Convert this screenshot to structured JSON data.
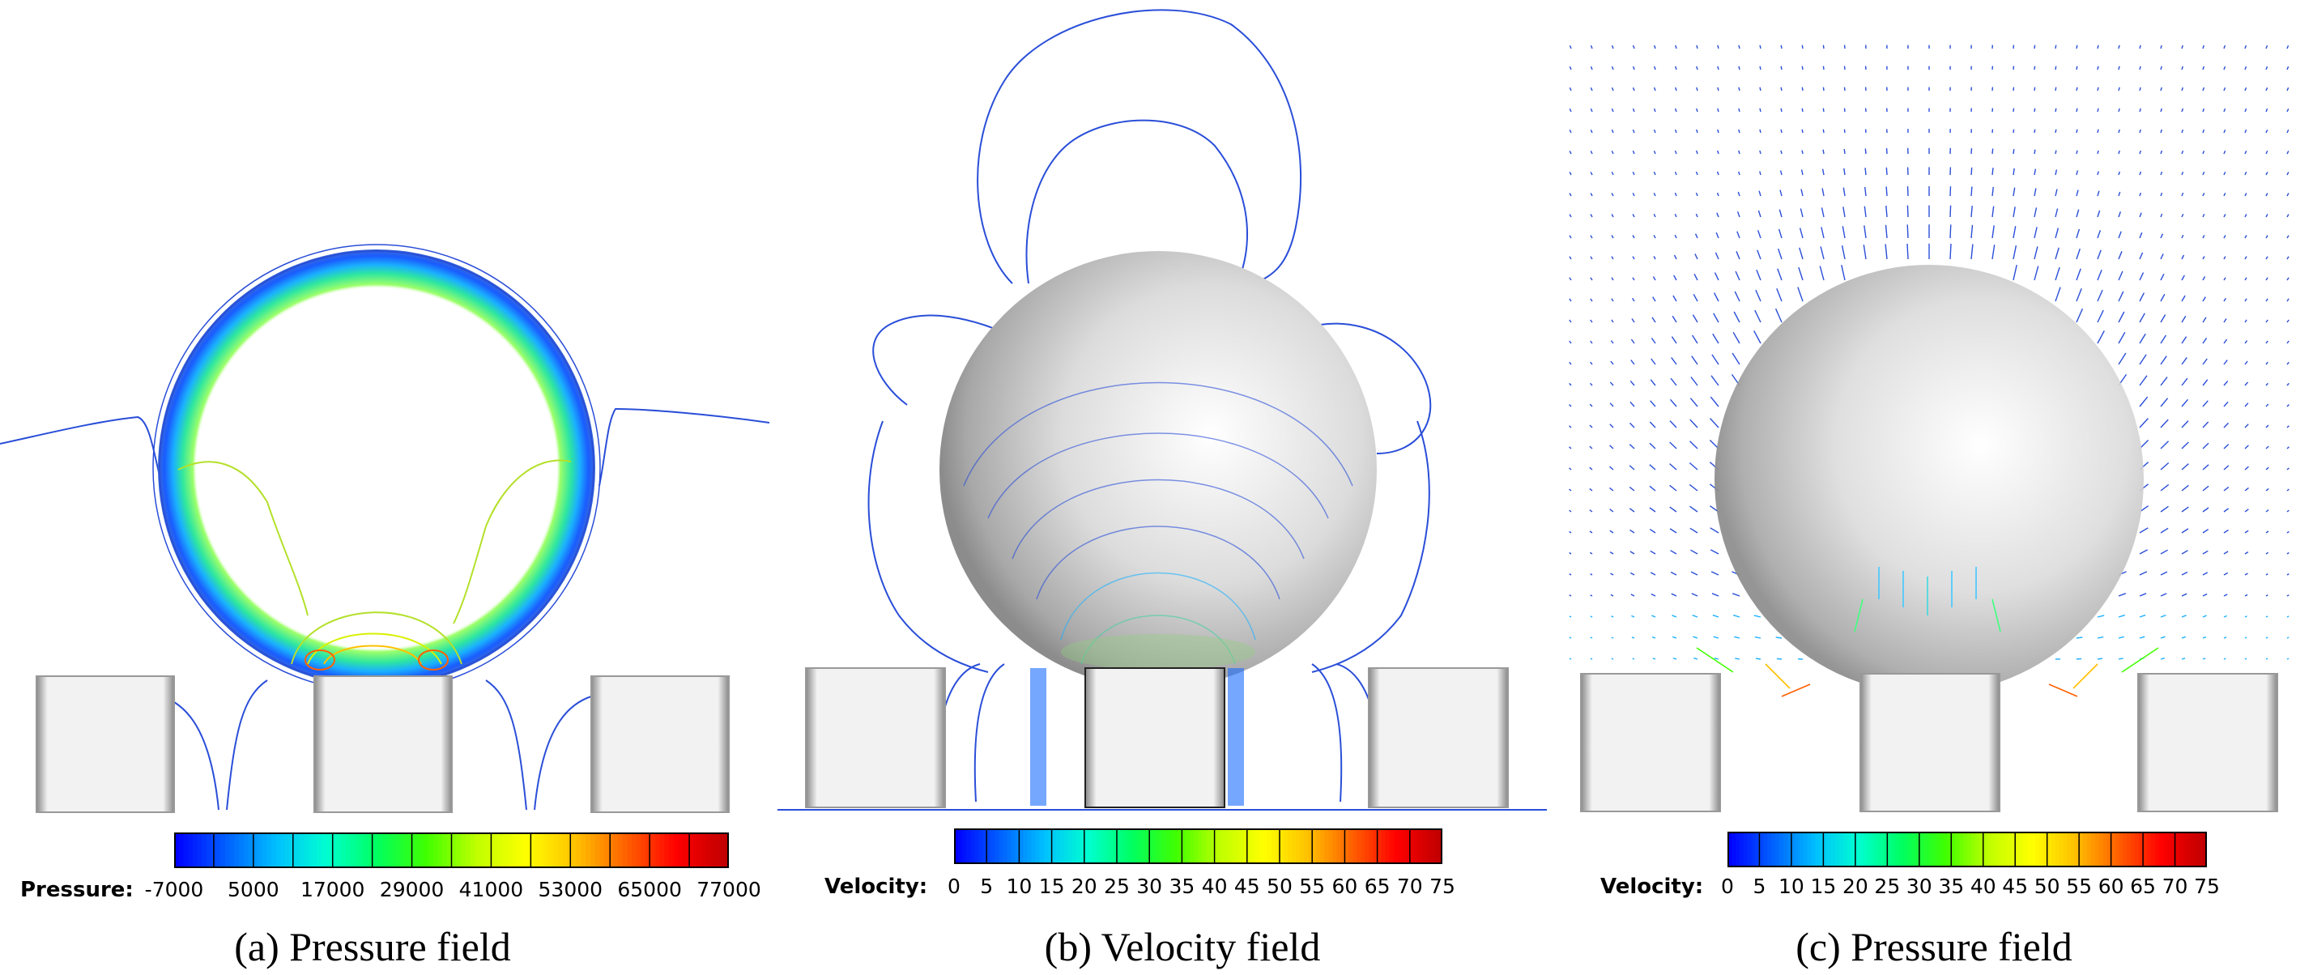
{
  "panels": [
    {
      "caption": "(a) Pressure field",
      "legend_label": "Pressure:",
      "ticks": [
        "-7000",
        "5000",
        "17000",
        "29000",
        "41000",
        "53000",
        "65000",
        "77000"
      ]
    },
    {
      "caption": "(b) Velocity field",
      "legend_label": "Velocity:",
      "ticks": [
        "0",
        "5",
        "10",
        "15",
        "20",
        "25",
        "30",
        "35",
        "40",
        "45",
        "50",
        "55",
        "60",
        "65",
        "70",
        "75"
      ]
    },
    {
      "caption": "(c) Pressure field",
      "legend_label": "Velocity:",
      "ticks": [
        "0",
        "5",
        "10",
        "15",
        "20",
        "25",
        "30",
        "35",
        "40",
        "45",
        "50",
        "55",
        "60",
        "65",
        "70",
        "75"
      ]
    }
  ],
  "colors": {
    "colormap": [
      "#0000ff",
      "#0060ff",
      "#00c0ff",
      "#00ffd0",
      "#00ff60",
      "#40ff00",
      "#c0ff00",
      "#ffff00",
      "#ffc000",
      "#ff6000",
      "#ff0000",
      "#c00000"
    ],
    "contour": "#2a4ed8",
    "sphere": "#d0d0d0"
  }
}
